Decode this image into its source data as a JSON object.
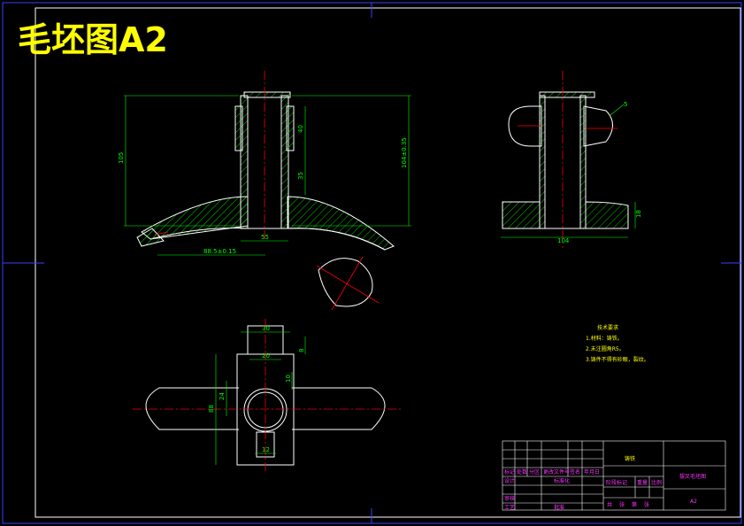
{
  "sheet": {
    "title": "毛坯图A2",
    "tech_requirements": {
      "heading": "技术要求",
      "items": [
        "1.材料：铸铁。",
        "2.未注圆角R5。",
        "3.铸件不得有砂眼，裂纹。"
      ]
    },
    "title_block": {
      "material": "铸铁",
      "drawing_name": "拔叉毛坯图",
      "sheet_size": "A2",
      "row_labels": [
        "标记",
        "处数",
        "分区",
        "更改文件号",
        "签名",
        "年月日"
      ],
      "design_row": [
        "设计",
        "标准化"
      ],
      "audit_label": "审核",
      "process_label": "工艺",
      "approve_label": "批准",
      "stage_labels": [
        "阶段标记",
        "重量",
        "比例"
      ],
      "sheet_labels": [
        "共",
        "张",
        "第",
        "张"
      ]
    }
  },
  "dimensions": {
    "front_height": "105",
    "right_height": "104±0.35",
    "upper_len": "40",
    "lower_len": "35",
    "bore_width": "55",
    "base_offset": "88.5±0.15",
    "side_width": "104",
    "side_height": "18",
    "top_width": "30",
    "top_inner": "20",
    "top_side": "8",
    "left_total": "88",
    "left_inner": "24",
    "right_small": "10",
    "bottom_width": "12",
    "side_note": "5"
  },
  "colors": {
    "outline": "#ffffff",
    "dimension": "#00ff00",
    "centerline": "#ff0000",
    "hatch": "#00ff00",
    "title": "#ffff00",
    "border": "#0000ff",
    "tb_text": "#ff33ff"
  }
}
